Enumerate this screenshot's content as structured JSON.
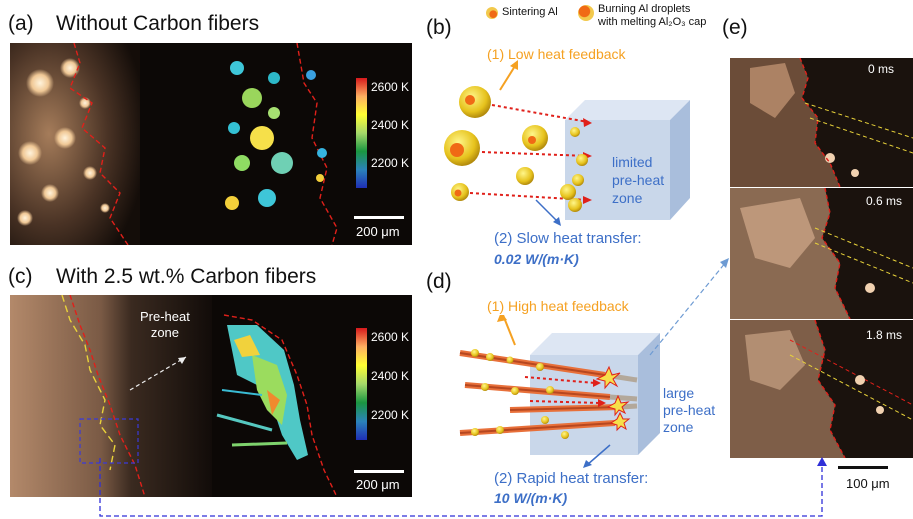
{
  "panels": {
    "a": {
      "tag": "(a)",
      "title": "Without Carbon fibers"
    },
    "b": {
      "tag": "(b)"
    },
    "c": {
      "tag": "(c)",
      "title": "With 2.5 wt.% Carbon fibers",
      "annotation_line1": "Pre-heat",
      "annotation_line2": "zone"
    },
    "d": {
      "tag": "(d)"
    },
    "e": {
      "tag": "(e)"
    }
  },
  "colorbar": {
    "ticks": [
      "2600 K",
      "2400 K",
      "2200 K"
    ],
    "gradient": [
      "#d7191c",
      "#fdae61",
      "#ffff33",
      "#a6d96a",
      "#1a9641",
      "#2b83ba",
      "#1f2fb5"
    ]
  },
  "scalebars": {
    "a": "200 μm",
    "c": "200 μm",
    "e": "100 μm"
  },
  "legend": {
    "sintering": "Sintering Al",
    "burning_line1": "Burning Al droplets",
    "burning_line2": "with melting Al₂O₃ cap"
  },
  "panel_b": {
    "feedback": "(1) Low heat feedback",
    "cube_line1": "limited",
    "cube_line2": "pre-heat",
    "cube_line3": "zone",
    "transfer": "(2) Slow heat transfer:",
    "conductivity": "0.02 W/(m·K)"
  },
  "panel_d": {
    "feedback": "(1) High heat feedback",
    "cube_line1": "large",
    "cube_line2": "pre-heat",
    "cube_line3": "zone",
    "transfer": "(2) Rapid heat transfer:",
    "conductivity": "10 W/(m·K)"
  },
  "panel_e": {
    "times": [
      "0 ms",
      "0.6 ms",
      "1.8 ms"
    ]
  },
  "colors": {
    "orange": "#f5a122",
    "blue": "#3d6fc7",
    "red_dash": "#e0201a",
    "yellow_dash": "#e8d23a",
    "cube": "#c9d7ea"
  }
}
